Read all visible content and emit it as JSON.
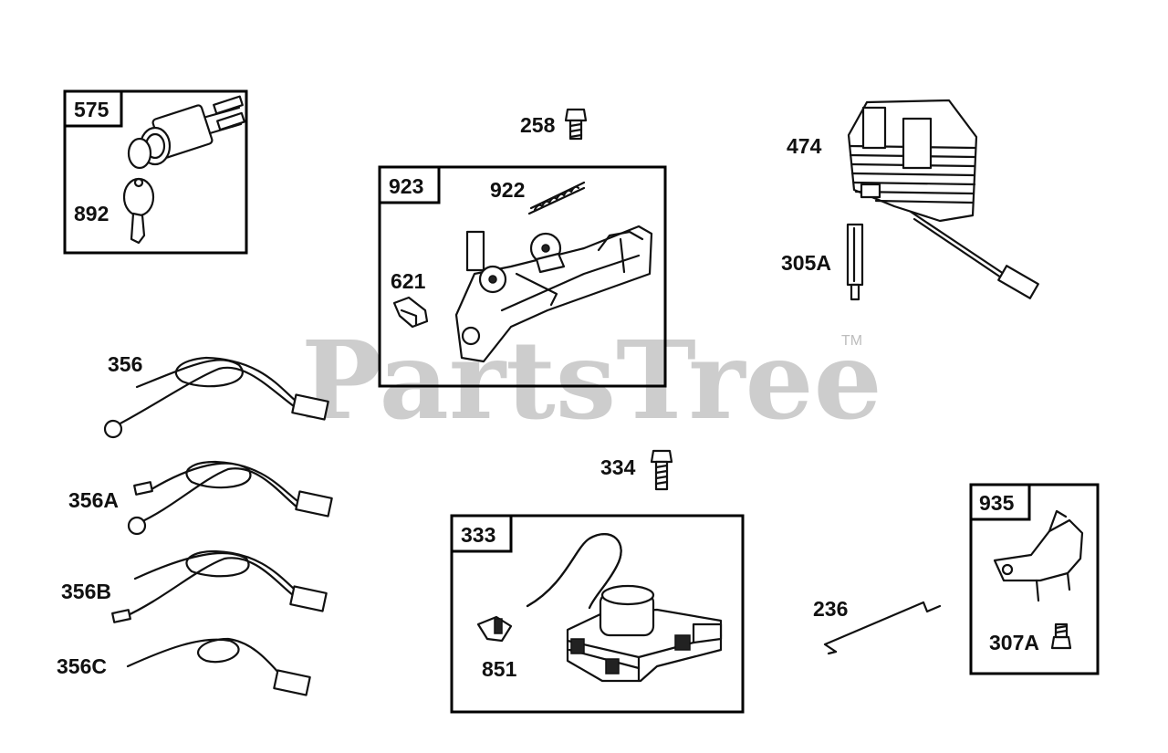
{
  "watermark": {
    "text": "PartsTree",
    "trademark": "TM"
  },
  "boxes": {
    "b575": "575",
    "b923": "923",
    "b333": "333",
    "b935": "935"
  },
  "labels": {
    "p892": "892",
    "p258": "258",
    "p922": "922",
    "p621": "621",
    "p474": "474",
    "p305A": "305A",
    "p356": "356",
    "p356A": "356A",
    "p356B": "356B",
    "p356C": "356C",
    "p334": "334",
    "p851": "851",
    "p236": "236",
    "p307A": "307A"
  }
}
